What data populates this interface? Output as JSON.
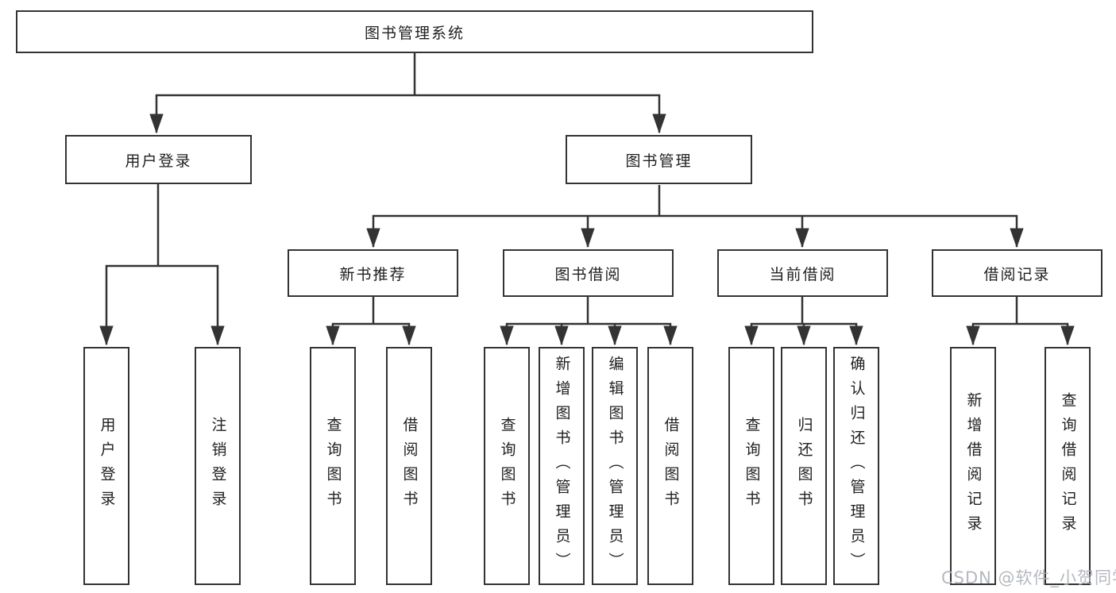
{
  "tree": {
    "root": {
      "label": "图书管理系统"
    },
    "l2": [
      {
        "label": "用户登录"
      },
      {
        "label": "图书管理"
      }
    ],
    "l3": [
      {
        "label": "新书推荐"
      },
      {
        "label": "图书借阅"
      },
      {
        "label": "当前借阅"
      },
      {
        "label": "借阅记录"
      }
    ],
    "leaves": [
      [
        {
          "label": "用户登录"
        },
        {
          "label": "注销登录"
        }
      ],
      [
        {
          "label": "查询图书"
        },
        {
          "label": "借阅图书"
        }
      ],
      [
        {
          "label": "查询图书"
        },
        {
          "label": "新增图书（管理员）"
        },
        {
          "label": "编辑图书（管理员）"
        },
        {
          "label": "借阅图书"
        }
      ],
      [
        {
          "label": "查询图书"
        },
        {
          "label": "归还图书"
        },
        {
          "label": "确认归还（管理员）"
        }
      ],
      [
        {
          "label": "新增借阅记录"
        },
        {
          "label": "查询借阅记录"
        }
      ]
    ]
  },
  "watermark": {
    "text": "CSDN @软件_小贺同学"
  },
  "colors": {
    "line": "#333333",
    "box_border": "#333333",
    "box_background": "#ffffff",
    "text": "#1f1f1f",
    "watermark": "#acb1b8",
    "background": "#ffffff"
  }
}
